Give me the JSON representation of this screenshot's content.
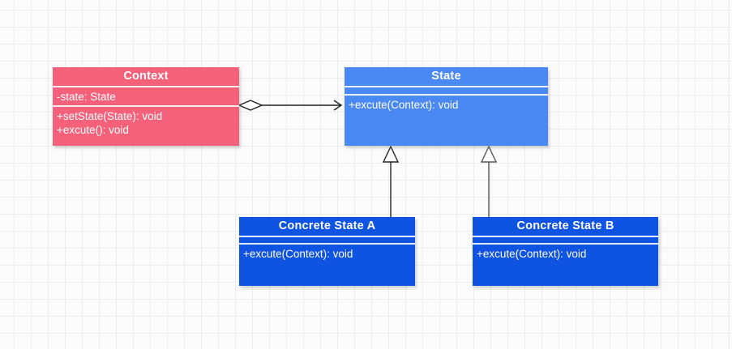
{
  "canvas": {
    "background": "#fbfbfb",
    "grid_color": "#ececec",
    "grid_size": 21
  },
  "classes": {
    "context": {
      "name": "Context",
      "attributes": [
        "-state: State"
      ],
      "methods": [
        "+setState(State): void",
        "+excute(): void"
      ],
      "fill": "#f5617b"
    },
    "state": {
      "name": "State",
      "attributes": [],
      "methods": [
        "+excute(Context): void"
      ],
      "fill": "#4a89f4"
    },
    "concrete_a": {
      "name": "Concrete State A",
      "attributes": [],
      "methods": [
        "+excute(Context): void"
      ],
      "fill": "#0f53e3"
    },
    "concrete_b": {
      "name": "Concrete State B",
      "attributes": [],
      "methods": [
        "+excute(Context): void"
      ],
      "fill": "#0f53e3"
    }
  },
  "relationships": [
    {
      "type": "aggregation",
      "from": "Context",
      "to": "State",
      "marker_from": "hollow-diamond",
      "marker_to": "open-arrow"
    },
    {
      "type": "generalization",
      "from": "Concrete State A",
      "to": "State",
      "marker_to": "hollow-triangle"
    },
    {
      "type": "generalization",
      "from": "Concrete State B",
      "to": "State",
      "marker_to": "hollow-triangle"
    }
  ],
  "edge_colors": {
    "aggregation": "#1f1f1f",
    "generalization_a": "#242424",
    "generalization_b": "#565656"
  }
}
